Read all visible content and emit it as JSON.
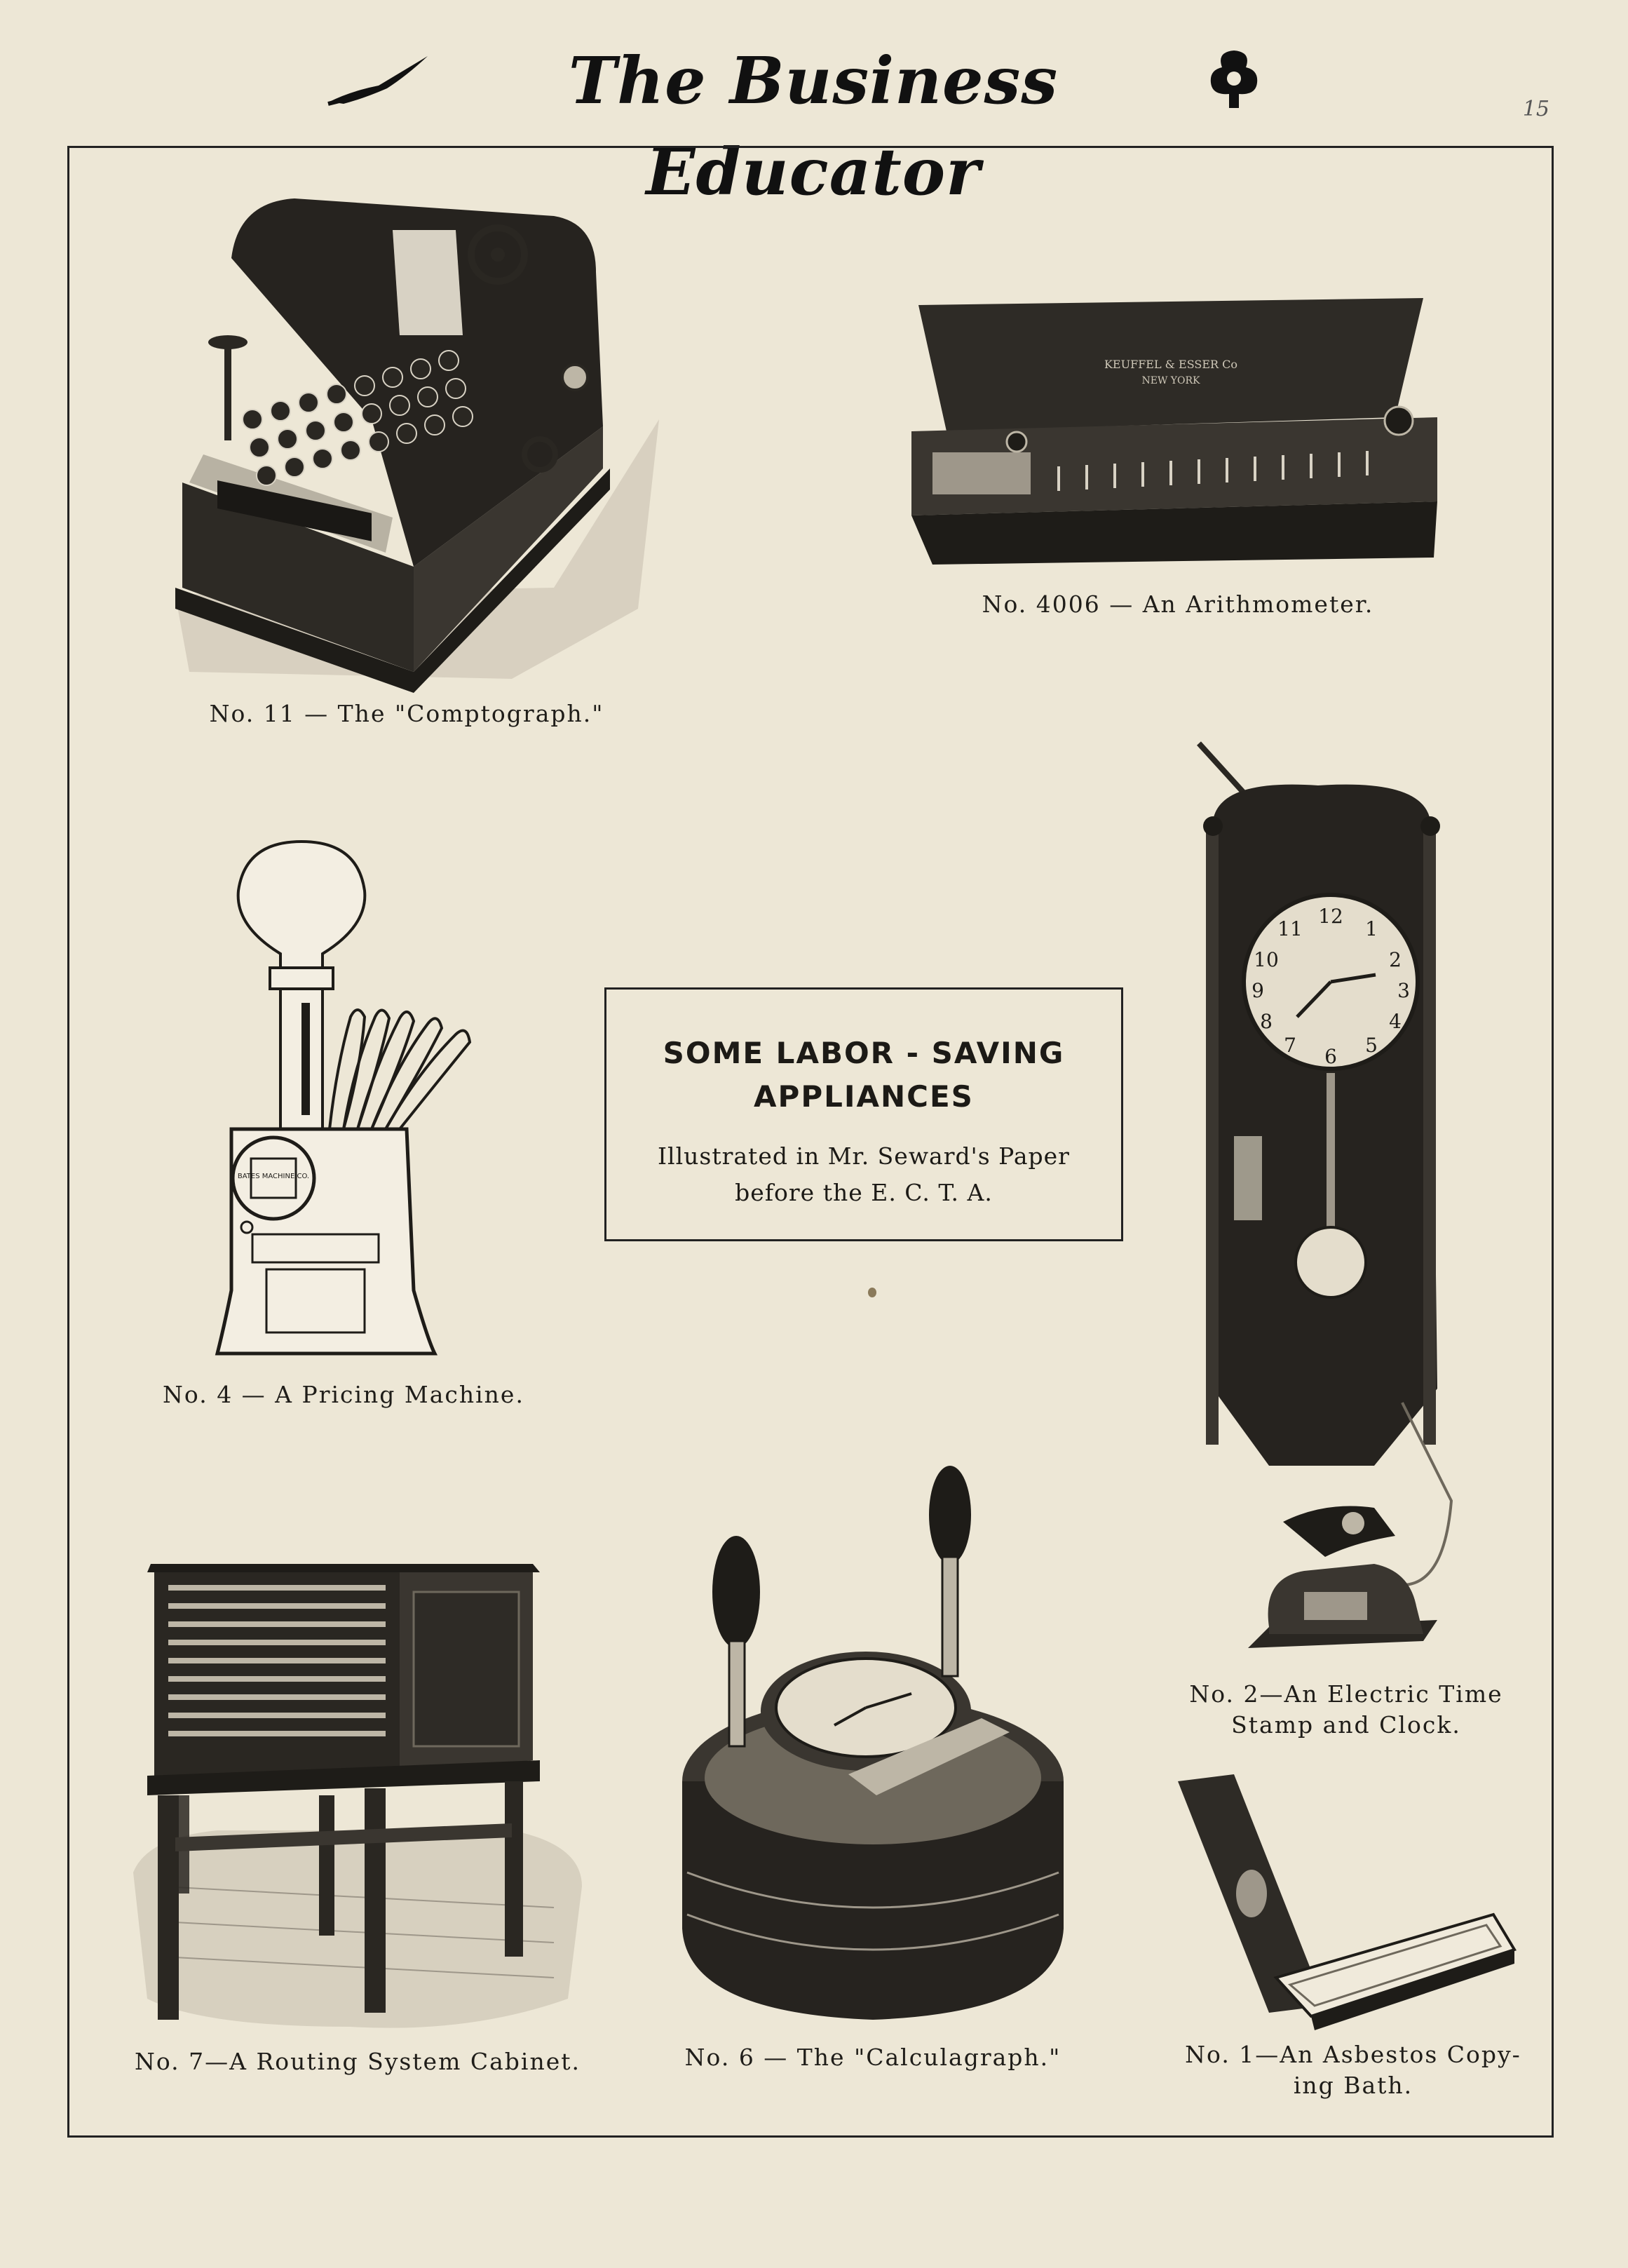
{
  "masthead": {
    "title": "The Business Educator",
    "page_number": "15"
  },
  "title_box": {
    "heading_line1": "SOME LABOR - SAVING",
    "heading_line2": "APPLIANCES",
    "subtitle_line1": "Illustrated in Mr. Seward's Paper",
    "subtitle_line2": "before the E. C. T. A."
  },
  "appliances": {
    "comptograph": {
      "caption": "No. 11 — The \"Comptograph.\""
    },
    "arithmometer": {
      "caption": "No. 4006 — An Arithmometer.",
      "lid_text_1": "KEUFFEL & ESSER Co",
      "lid_text_2": "NEW YORK"
    },
    "pricing_machine": {
      "caption": "No. 4 — A Pricing Machine.",
      "plate_text": "BATES MACHINE CO."
    },
    "time_stamp": {
      "caption_line1": "No. 2—An Electric Time",
      "caption_line2": "Stamp and Clock."
    },
    "cabinet": {
      "caption": "No. 7—A Routing System Cabinet."
    },
    "calculagraph": {
      "caption": "No. 6 — The \"Calculagraph.\""
    },
    "copying_bath": {
      "caption_line1": "No. 1—An Asbestos Copy-",
      "caption_line2": "ing Bath."
    }
  },
  "colors": {
    "paper": "#ede7d6",
    "ink": "#1c1a16",
    "engraving_dark": "#2a2722",
    "engraving_mid": "#6e685c"
  }
}
